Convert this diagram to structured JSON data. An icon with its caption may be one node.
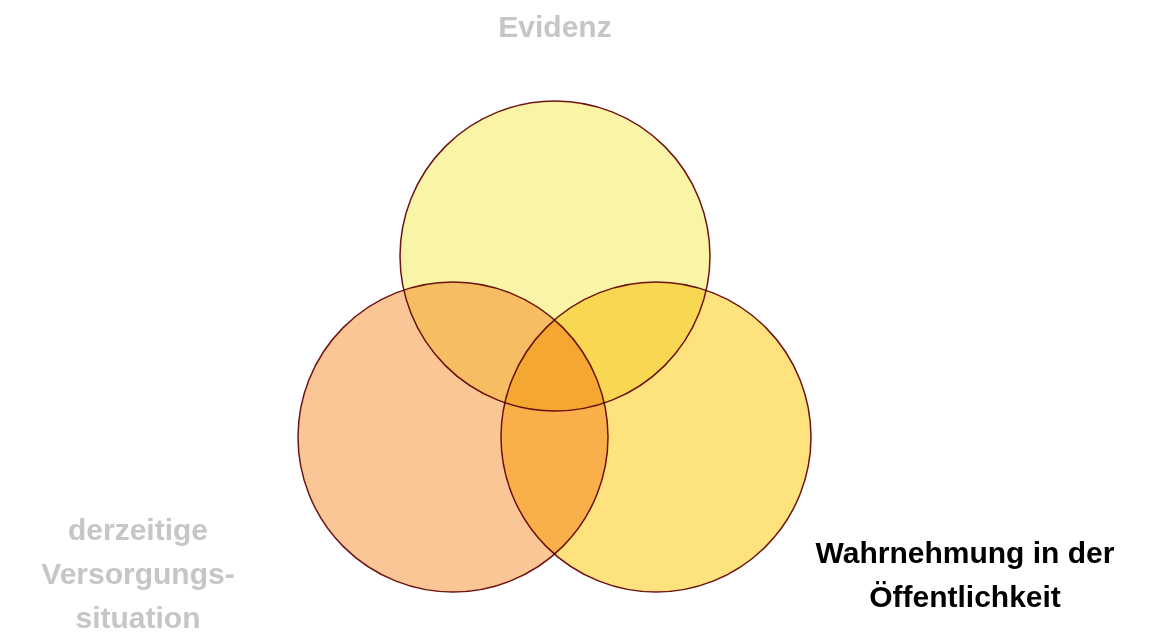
{
  "diagram": {
    "nodes": [
      {
        "text": [
          "Evidenz"
        ]
      },
      {
        "text": [
          "derzeitige Versorgungs- situation"
        ]
      },
      {
        "text": [
          "Wahrnehmung in der Öffentlichkeit"
        ]
      }
    ]
  }
}
